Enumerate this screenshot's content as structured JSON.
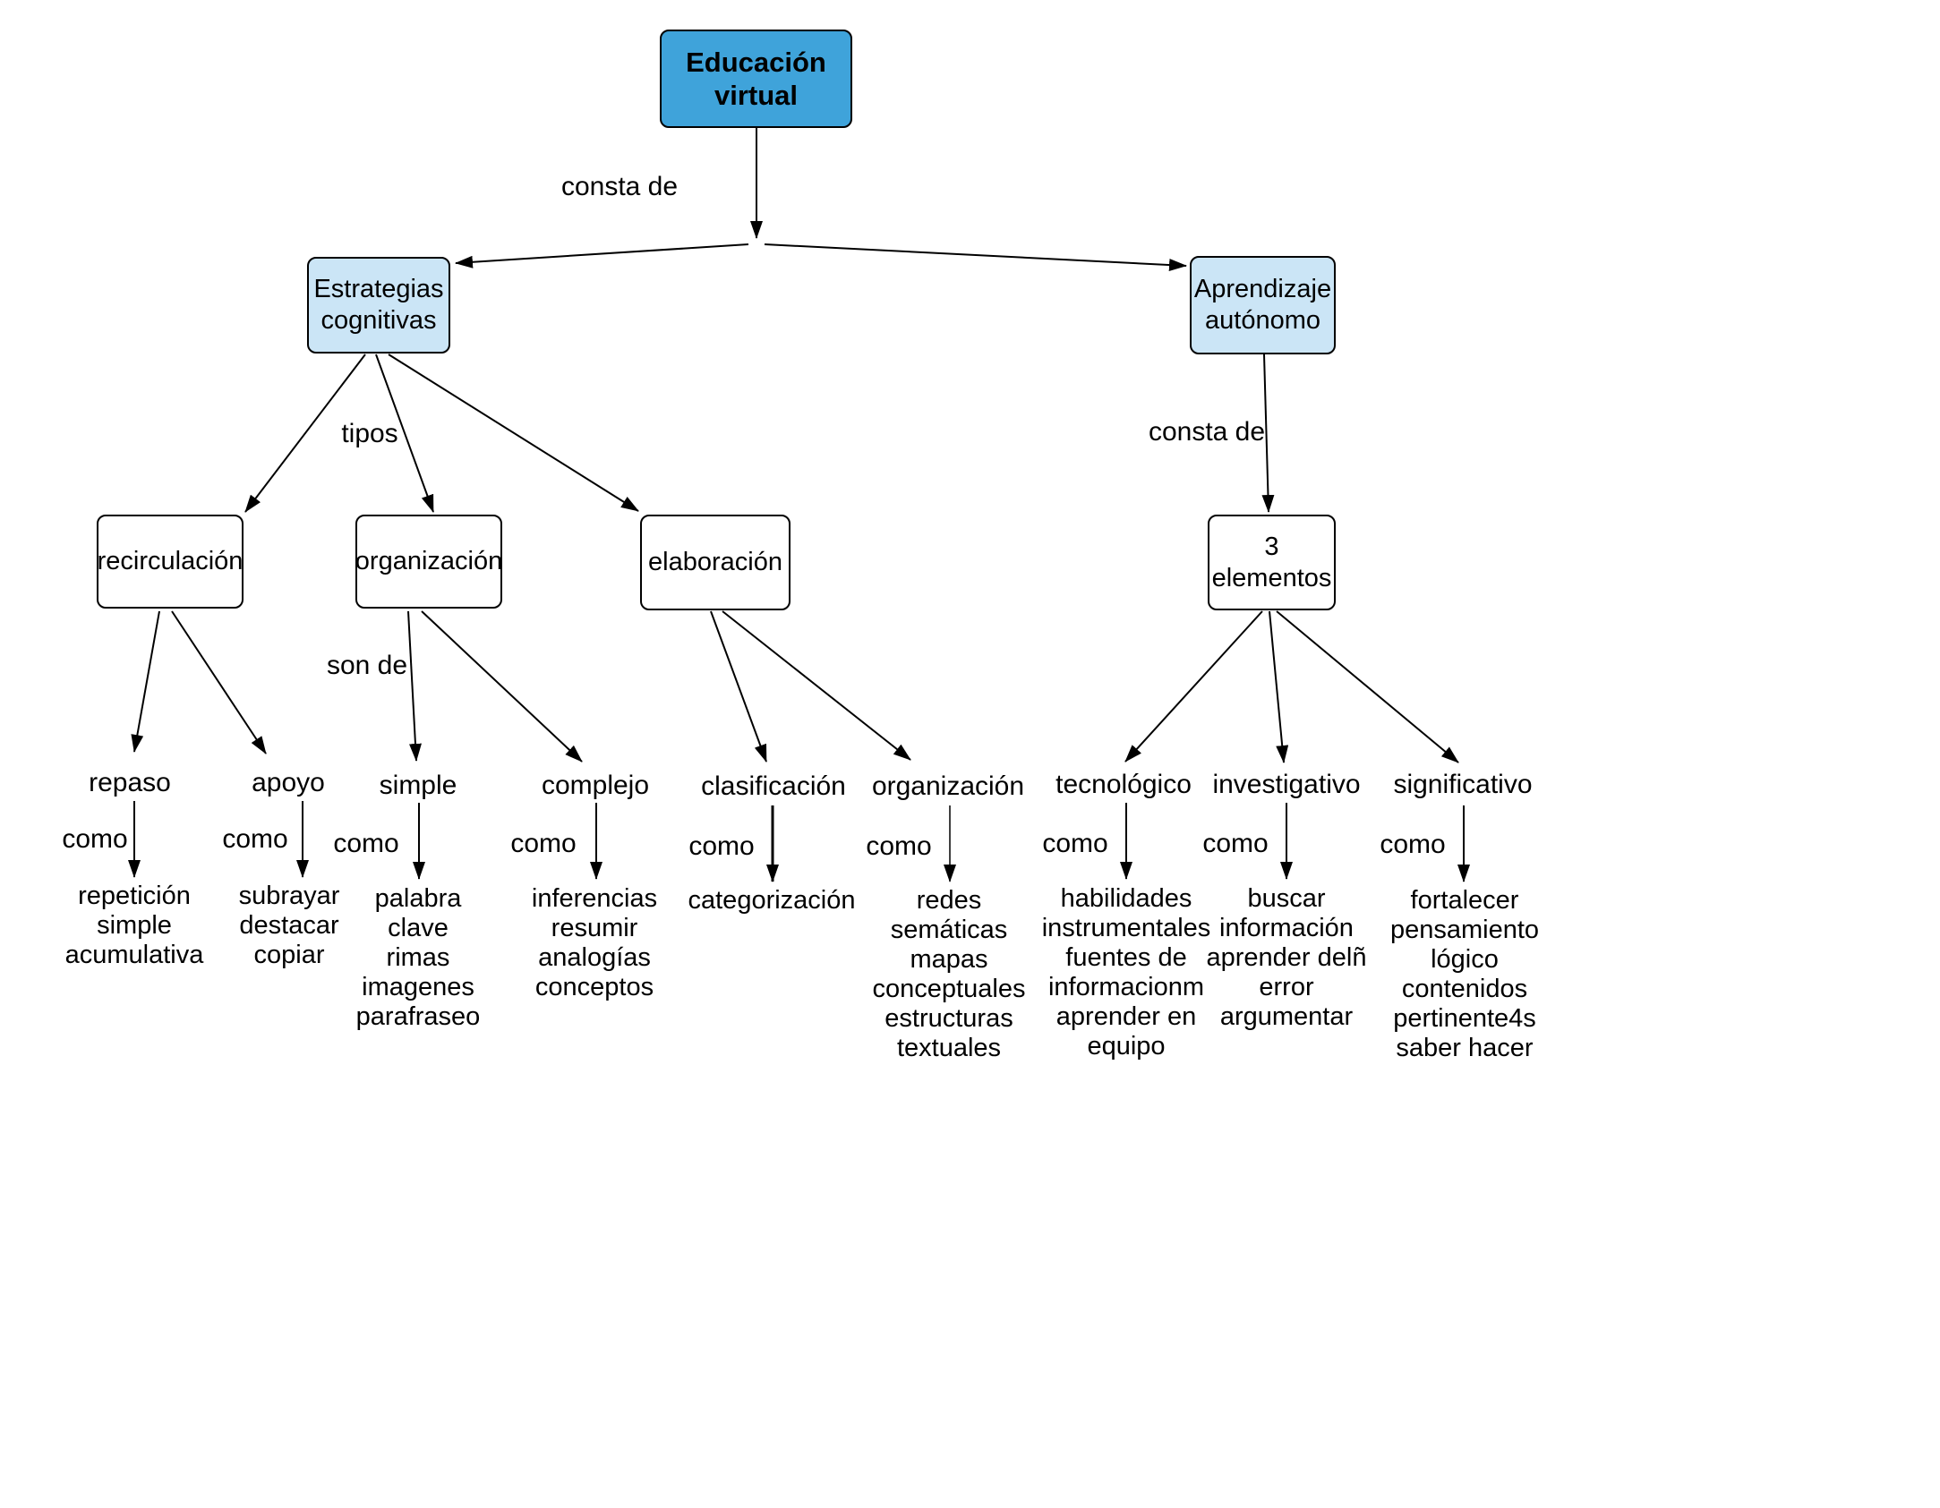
{
  "colors": {
    "background": "#ffffff",
    "primary_fill": "#3fa3da",
    "secondary_fill": "#cbe5f6",
    "plain_fill": "#ffffff",
    "border": "#000000",
    "line": "#000000",
    "text": "#000000"
  },
  "nodes": {
    "educacion": "Educación\nvirtual",
    "estrategias": "Estrategias\ncognitivas",
    "aprendizaje": "Aprendizaje\nautónomo",
    "recirculacion": "recirculación",
    "organizacion": "organización",
    "elaboracion": "elaboración",
    "tres_elementos": "3\nelementos",
    "repaso": "repaso",
    "apoyo": "apoyo",
    "simple": "simple",
    "complejo": "complejo",
    "clasificacion": "clasificación",
    "organizacion2": "organización",
    "tecnologico": "tecnológico",
    "investigativo": "investigativo",
    "significativo": "significativo",
    "repaso_detalle": "repetición\nsimple\nacumulativa",
    "apoyo_detalle": "subrayar\ndestacar\ncopiar",
    "simple_detalle": "palabra\nclave\nrimas\nimagenes\nparafraseo",
    "complejo_detalle": "inferencias\nresumir\nanalogías\nconceptos",
    "clasificacion_detalle": "categorización",
    "organizacion2_detalle": "redes\nsemáticas\nmapas\nconceptuales\nestructuras\ntextuales",
    "tecnologico_detalle": "habilidades\ninstrumentales\nfuentes de\ninformacionm\naprender en\nequipo",
    "investigativo_detalle": "buscar\ninformación\naprender delñ\nerror\nargumentar",
    "significativo_detalle": "fortalecer\npensamiento\nlógico\ncontenidos\npertinente4s\nsaber hacer"
  },
  "edge_labels": {
    "consta_de": "consta de",
    "tipos": "tipos",
    "son_de": "son de",
    "como": "como"
  }
}
